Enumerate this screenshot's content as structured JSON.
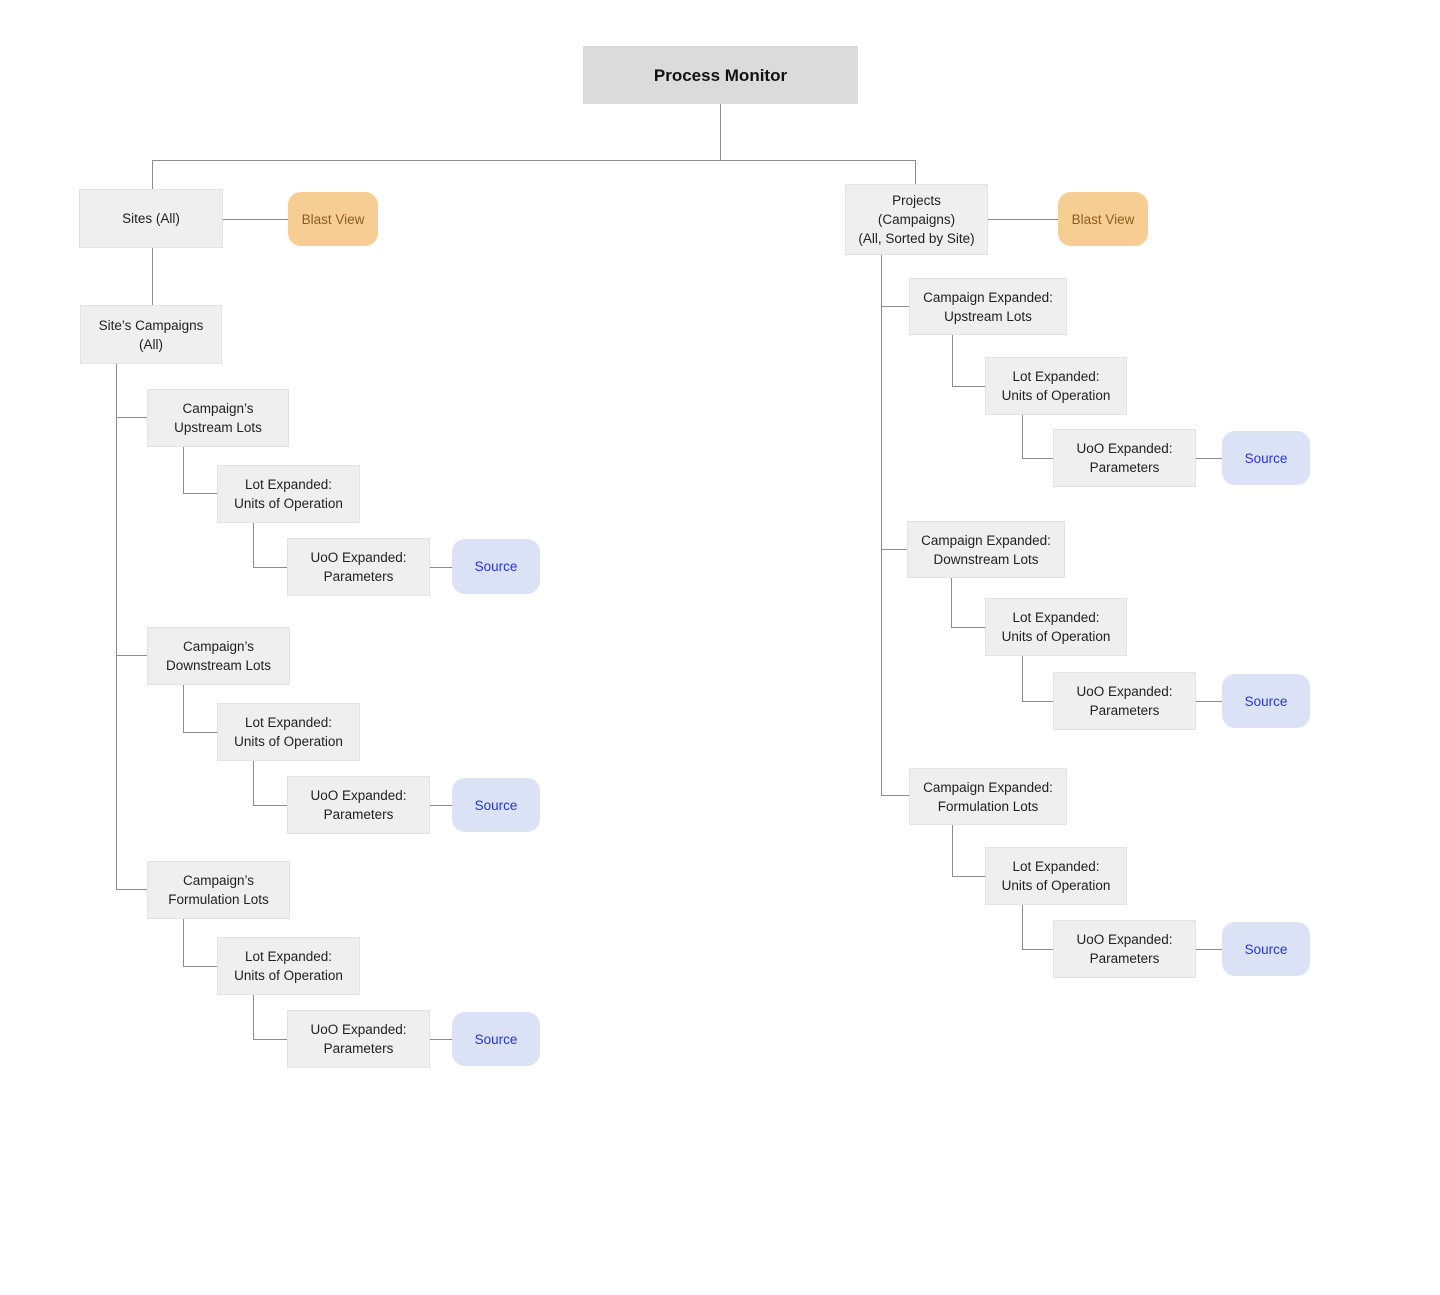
{
  "colors": {
    "title_fill": "#dbdbdb",
    "node_fill": "#efefef",
    "node_border": "#e3e3e3",
    "orange_fill": "#f6cd92",
    "orange_text": "#8f5c1e",
    "blue_fill": "#dce2f5",
    "blue_text": "#2434dd",
    "connector": "#8c8c8c",
    "text": "#1f1f1f"
  },
  "diagram": {
    "title": "Process Monitor",
    "left": {
      "root": "Sites (All)",
      "blast_view": "Blast View",
      "campaigns_root": "Site’s Campaigns\n(All)",
      "branches": [
        {
          "campaign": "Campaign’s\nUpstream Lots",
          "lot": "Lot Expanded:\nUnits of Operation",
          "uoo": "UoO Expanded:\nParameters",
          "source": "Source"
        },
        {
          "campaign": "Campaign’s\nDownstream Lots",
          "lot": "Lot Expanded:\nUnits of Operation",
          "uoo": "UoO Expanded:\nParameters",
          "source": "Source"
        },
        {
          "campaign": "Campaign’s\nFormulation Lots",
          "lot": "Lot Expanded:\nUnits of Operation",
          "uoo": "UoO Expanded:\nParameters",
          "source": "Source"
        }
      ]
    },
    "right": {
      "root": "Projects\n(Campaigns)\n(All, Sorted by Site)",
      "blast_view": "Blast View",
      "branches": [
        {
          "campaign": "Campaign Expanded:\nUpstream Lots",
          "lot": "Lot Expanded:\nUnits of Operation",
          "uoo": "UoO Expanded:\nParameters",
          "source": "Source"
        },
        {
          "campaign": "Campaign Expanded:\nDownstream Lots",
          "lot": "Lot Expanded:\nUnits of Operation",
          "uoo": "UoO Expanded:\nParameters",
          "source": "Source"
        },
        {
          "campaign": "Campaign Expanded:\nFormulation Lots",
          "lot": "Lot Expanded:\nUnits of Operation",
          "uoo": "UoO Expanded:\nParameters",
          "source": "Source"
        }
      ]
    }
  }
}
